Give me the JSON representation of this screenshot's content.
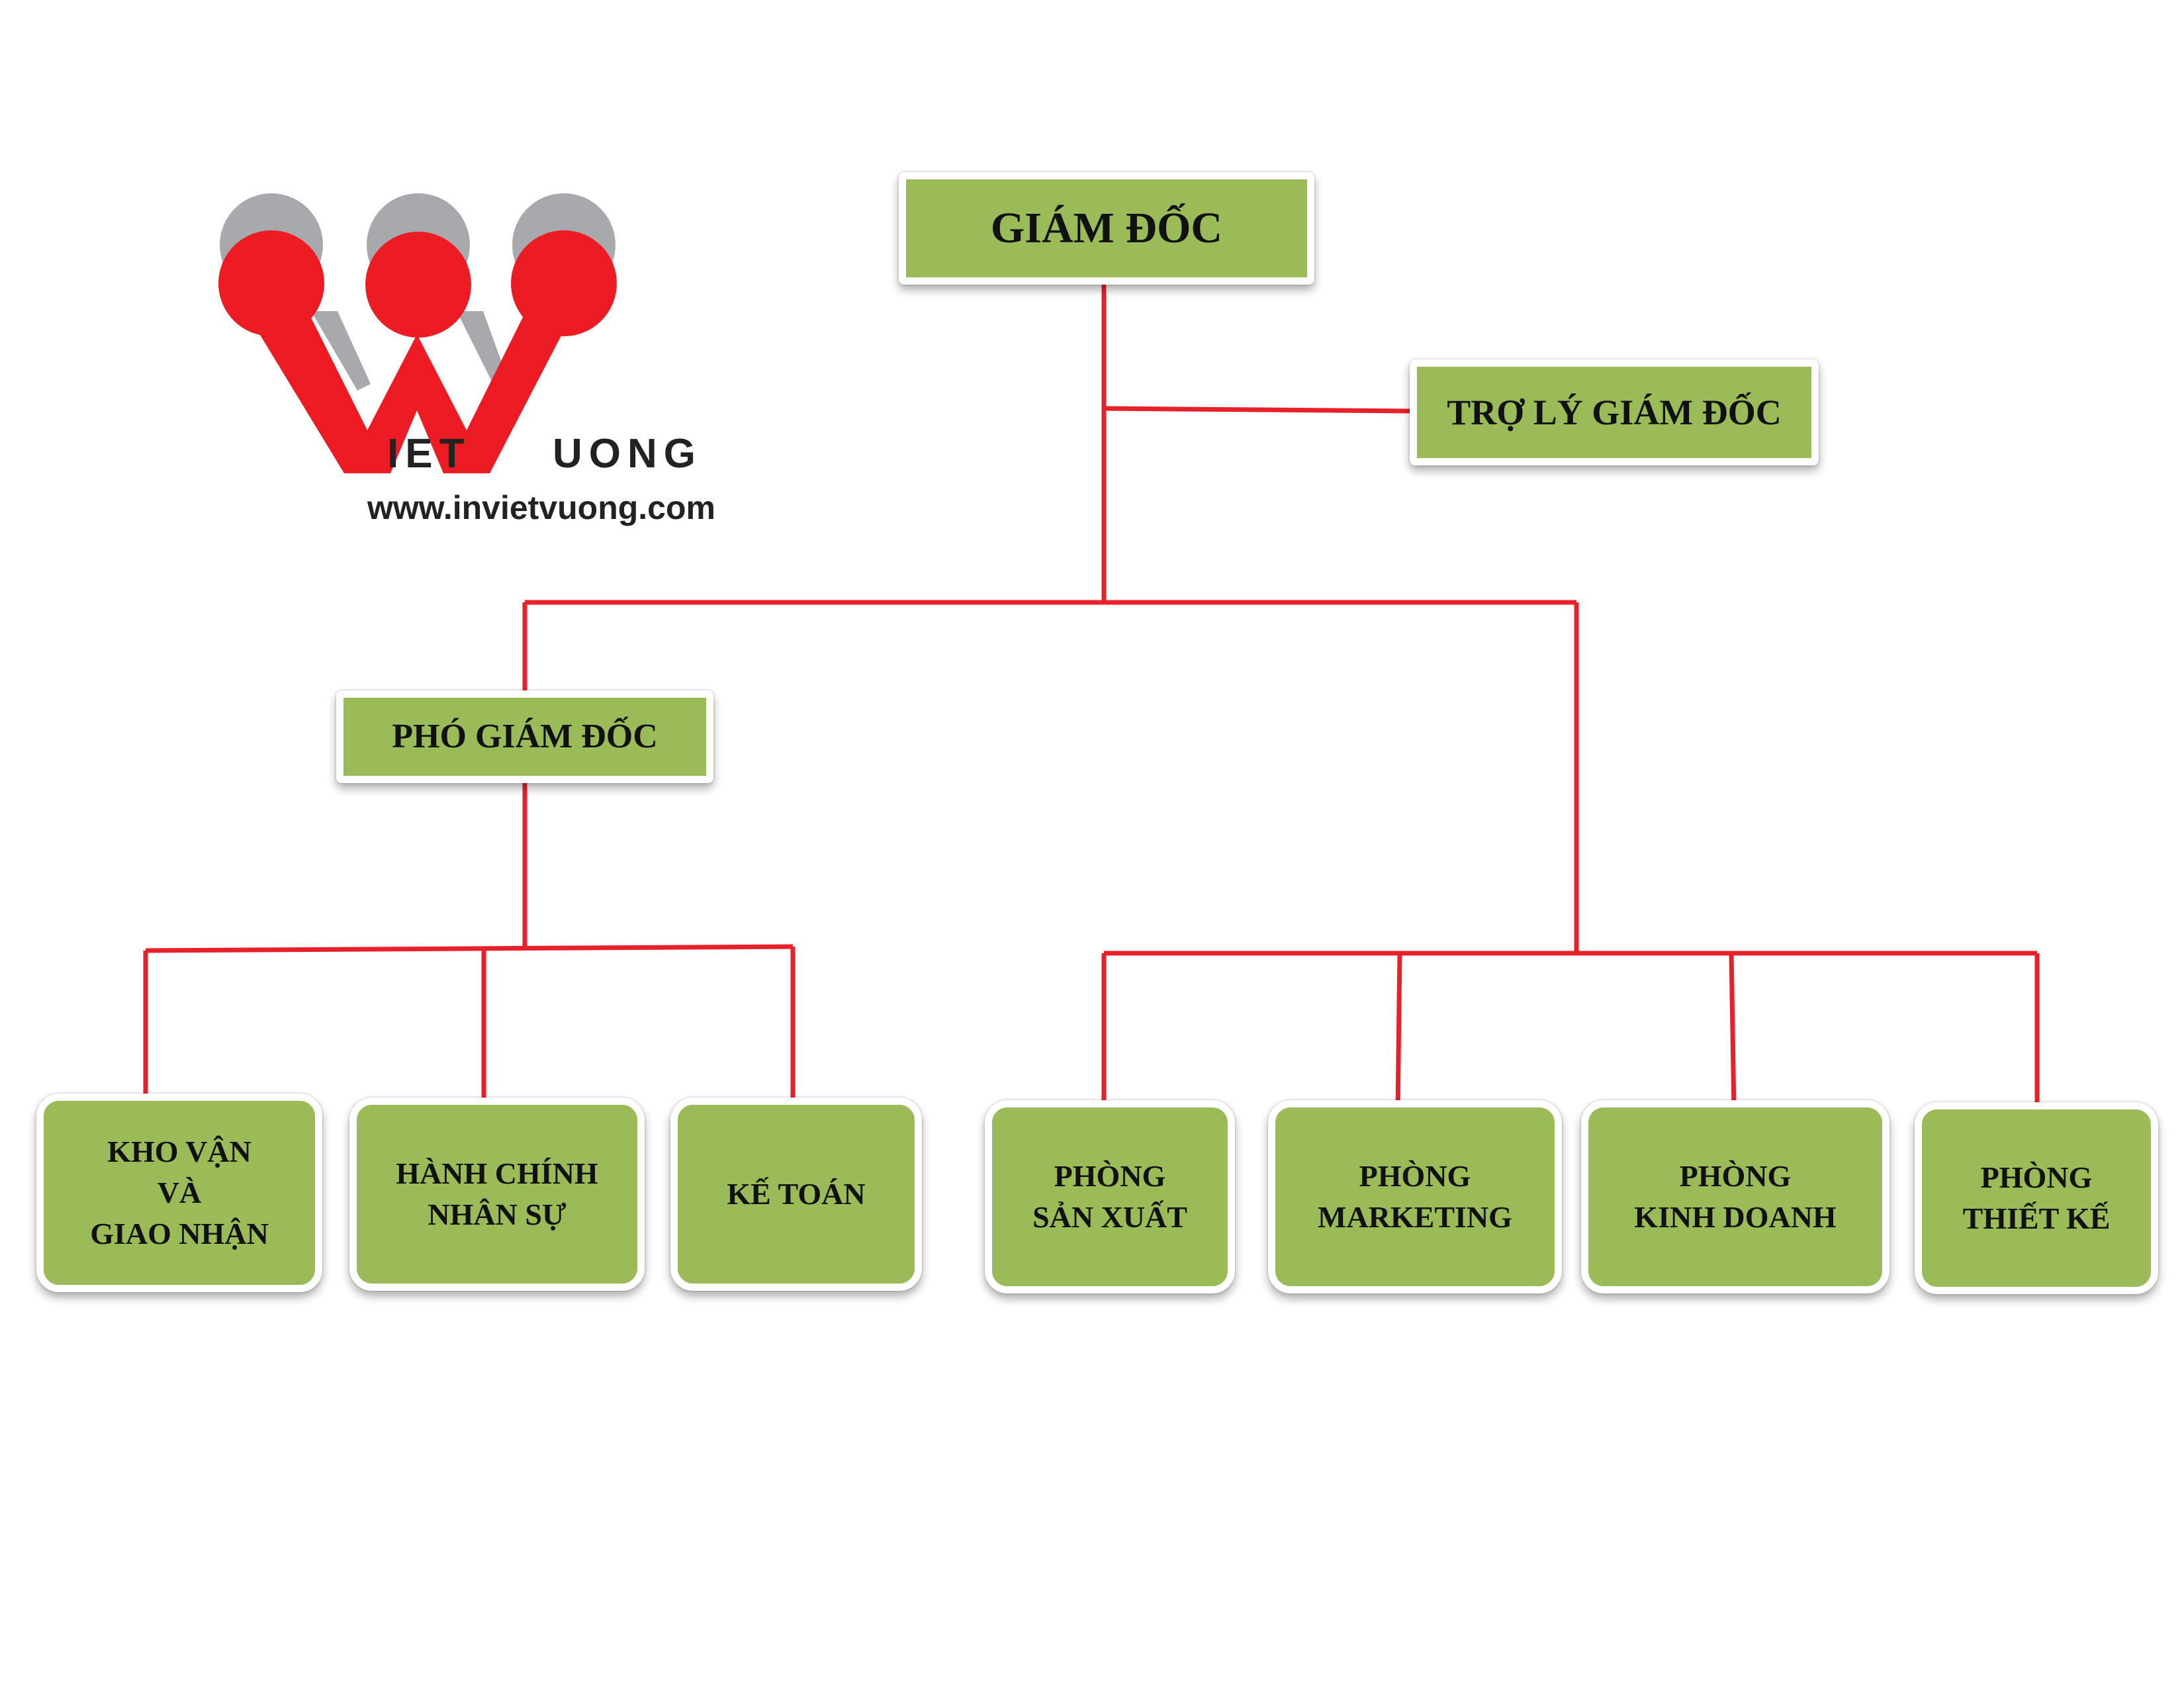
{
  "logo": {
    "wordmark_prefix": "IET",
    "wordmark_suffix": "UONG",
    "url": "www.invietvuong.com",
    "colors": {
      "red": "#ed1c24",
      "gray": "#a7a9ac",
      "text": "#222222"
    }
  },
  "colors": {
    "box_fill": "#9bbb59",
    "connector": "#e8202a"
  },
  "nodes": {
    "director": "GIÁM ĐỐC",
    "assistant": "TRỢ LÝ GIÁM ĐỐC",
    "deputy": "PHÓ GIÁM ĐỐC",
    "logistics": "KHO VẬN\nVÀ\nGIAO NHẬN",
    "admin_hr": "HÀNH CHÍNH\nNHÂN SỰ",
    "accounting": "KẾ TOÁN",
    "production": "PHÒNG\nSẢN XUẤT",
    "marketing": "PHÒNG\nMARKETING",
    "sales": "PHÒNG\nKINH DOANH",
    "design": "PHÒNG\nTHIẾT KẾ"
  }
}
